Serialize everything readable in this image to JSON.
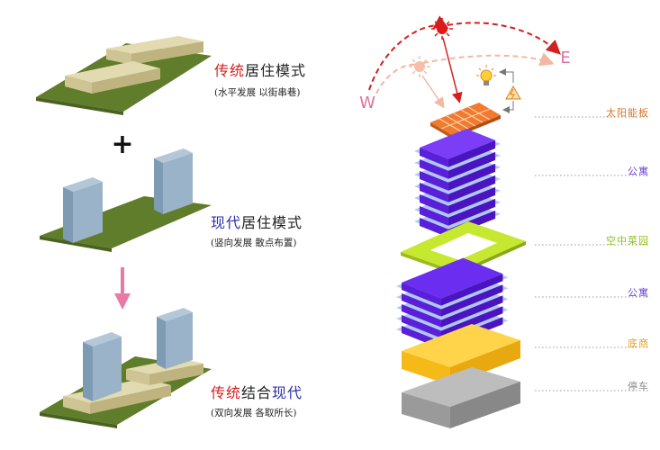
{
  "left": {
    "traditional": {
      "title_a": "传统",
      "title_b": "居住模式",
      "sub": "(水平发展  以街串巷)"
    },
    "plus": "+",
    "modern": {
      "title_a": "现代",
      "title_b": "居住模式",
      "sub": "(竖向发展  散点布置)"
    },
    "combined": {
      "title_a": "传统",
      "title_b": "结合",
      "title_c": "现代",
      "sub": "(双向发展  各取所长)"
    }
  },
  "compass": {
    "west": "W",
    "east": "E"
  },
  "layers": [
    {
      "label": "太阳能板",
      "color": "#d8752a"
    },
    {
      "label": "公寓",
      "color": "#6a3fd6"
    },
    {
      "label": "空中菜园",
      "color": "#8fbf1f"
    },
    {
      "label": "公寓",
      "color": "#6a3fd6"
    },
    {
      "label": "底商",
      "color": "#e9a21a"
    },
    {
      "label": "停车",
      "color": "#888888"
    }
  ],
  "colors": {
    "accent_red": "#d32020",
    "accent_blue": "#2d2ea8",
    "ground_green": "#5f7d2a",
    "low_building": "#d8cfa0",
    "tower": "#8facc5",
    "apartment": "#6b2ef0",
    "apartment_floor": "#a8c4f4",
    "garden": "#c7e830",
    "retail": "#ffc62e",
    "parking": "#a8a8a8",
    "solar": "#f07a30",
    "arrow_pink": "#e87aa8"
  }
}
